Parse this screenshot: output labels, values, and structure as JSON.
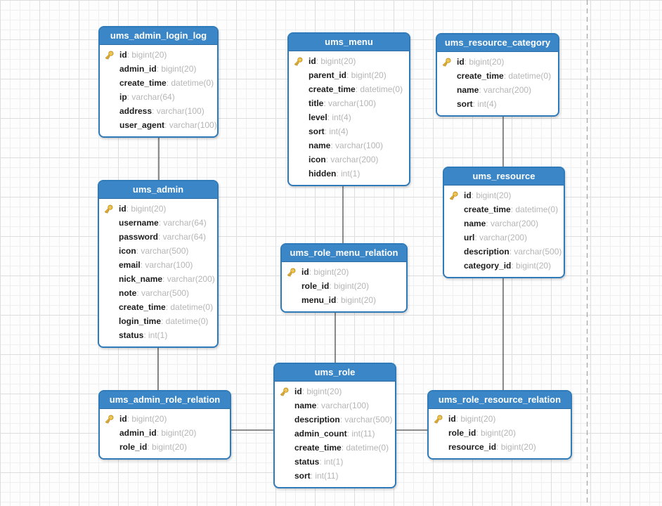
{
  "diagram": {
    "type": "database-eer-diagram",
    "colors": {
      "table_header": "#3a86c6",
      "table_border": "#2f7ab8",
      "field_name": "#1c1c1c",
      "field_type": "#b5b5b5",
      "connector": "#1c1c1c",
      "page_break": "#999999",
      "key_icon_gold": "#ffd24a"
    }
  },
  "tables": [
    {
      "name": "ums_admin_login_log",
      "fields": [
        {
          "name": "id",
          "type": "bigint(20)",
          "primary_key": true
        },
        {
          "name": "admin_id",
          "type": "bigint(20)",
          "primary_key": false
        },
        {
          "name": "create_time",
          "type": "datetime(0)",
          "primary_key": false
        },
        {
          "name": "ip",
          "type": "varchar(64)",
          "primary_key": false
        },
        {
          "name": "address",
          "type": "varchar(100)",
          "primary_key": false
        },
        {
          "name": "user_agent",
          "type": "varchar(100)",
          "primary_key": false
        }
      ]
    },
    {
      "name": "ums_menu",
      "fields": [
        {
          "name": "id",
          "type": "bigint(20)",
          "primary_key": true
        },
        {
          "name": "parent_id",
          "type": "bigint(20)",
          "primary_key": false
        },
        {
          "name": "create_time",
          "type": "datetime(0)",
          "primary_key": false
        },
        {
          "name": "title",
          "type": "varchar(100)",
          "primary_key": false
        },
        {
          "name": "level",
          "type": "int(4)",
          "primary_key": false
        },
        {
          "name": "sort",
          "type": "int(4)",
          "primary_key": false
        },
        {
          "name": "name",
          "type": "varchar(100)",
          "primary_key": false
        },
        {
          "name": "icon",
          "type": "varchar(200)",
          "primary_key": false
        },
        {
          "name": "hidden",
          "type": "int(1)",
          "primary_key": false
        }
      ]
    },
    {
      "name": "ums_resource_category",
      "fields": [
        {
          "name": "id",
          "type": "bigint(20)",
          "primary_key": true
        },
        {
          "name": "create_time",
          "type": "datetime(0)",
          "primary_key": false
        },
        {
          "name": "name",
          "type": "varchar(200)",
          "primary_key": false
        },
        {
          "name": "sort",
          "type": "int(4)",
          "primary_key": false
        }
      ]
    },
    {
      "name": "ums_admin",
      "fields": [
        {
          "name": "id",
          "type": "bigint(20)",
          "primary_key": true
        },
        {
          "name": "username",
          "type": "varchar(64)",
          "primary_key": false
        },
        {
          "name": "password",
          "type": "varchar(64)",
          "primary_key": false
        },
        {
          "name": "icon",
          "type": "varchar(500)",
          "primary_key": false
        },
        {
          "name": "email",
          "type": "varchar(100)",
          "primary_key": false
        },
        {
          "name": "nick_name",
          "type": "varchar(200)",
          "primary_key": false
        },
        {
          "name": "note",
          "type": "varchar(500)",
          "primary_key": false
        },
        {
          "name": "create_time",
          "type": "datetime(0)",
          "primary_key": false
        },
        {
          "name": "login_time",
          "type": "datetime(0)",
          "primary_key": false
        },
        {
          "name": "status",
          "type": "int(1)",
          "primary_key": false
        }
      ]
    },
    {
      "name": "ums_resource",
      "fields": [
        {
          "name": "id",
          "type": "bigint(20)",
          "primary_key": true
        },
        {
          "name": "create_time",
          "type": "datetime(0)",
          "primary_key": false
        },
        {
          "name": "name",
          "type": "varchar(200)",
          "primary_key": false
        },
        {
          "name": "url",
          "type": "varchar(200)",
          "primary_key": false
        },
        {
          "name": "description",
          "type": "varchar(500)",
          "primary_key": false
        },
        {
          "name": "category_id",
          "type": "bigint(20)",
          "primary_key": false
        }
      ]
    },
    {
      "name": "ums_role_menu_relation",
      "fields": [
        {
          "name": "id",
          "type": "bigint(20)",
          "primary_key": true
        },
        {
          "name": "role_id",
          "type": "bigint(20)",
          "primary_key": false
        },
        {
          "name": "menu_id",
          "type": "bigint(20)",
          "primary_key": false
        }
      ]
    },
    {
      "name": "ums_role",
      "fields": [
        {
          "name": "id",
          "type": "bigint(20)",
          "primary_key": true
        },
        {
          "name": "name",
          "type": "varchar(100)",
          "primary_key": false
        },
        {
          "name": "description",
          "type": "varchar(500)",
          "primary_key": false
        },
        {
          "name": "admin_count",
          "type": "int(11)",
          "primary_key": false
        },
        {
          "name": "create_time",
          "type": "datetime(0)",
          "primary_key": false
        },
        {
          "name": "status",
          "type": "int(1)",
          "primary_key": false
        },
        {
          "name": "sort",
          "type": "int(11)",
          "primary_key": false
        }
      ]
    },
    {
      "name": "ums_admin_role_relation",
      "fields": [
        {
          "name": "id",
          "type": "bigint(20)",
          "primary_key": true
        },
        {
          "name": "admin_id",
          "type": "bigint(20)",
          "primary_key": false
        },
        {
          "name": "role_id",
          "type": "bigint(20)",
          "primary_key": false
        }
      ]
    },
    {
      "name": "ums_role_resource_relation",
      "fields": [
        {
          "name": "id",
          "type": "bigint(20)",
          "primary_key": true
        },
        {
          "name": "role_id",
          "type": "bigint(20)",
          "primary_key": false
        },
        {
          "name": "resource_id",
          "type": "bigint(20)",
          "primary_key": false
        }
      ]
    }
  ],
  "relations": [
    {
      "from": "ums_admin_login_log",
      "to": "ums_admin"
    },
    {
      "from": "ums_admin",
      "to": "ums_admin_role_relation"
    },
    {
      "from": "ums_admin_role_relation",
      "to": "ums_role"
    },
    {
      "from": "ums_role",
      "to": "ums_role_menu_relation"
    },
    {
      "from": "ums_role_menu_relation",
      "to": "ums_menu"
    },
    {
      "from": "ums_role",
      "to": "ums_role_resource_relation"
    },
    {
      "from": "ums_role_resource_relation",
      "to": "ums_resource"
    },
    {
      "from": "ums_resource",
      "to": "ums_resource_category"
    }
  ]
}
